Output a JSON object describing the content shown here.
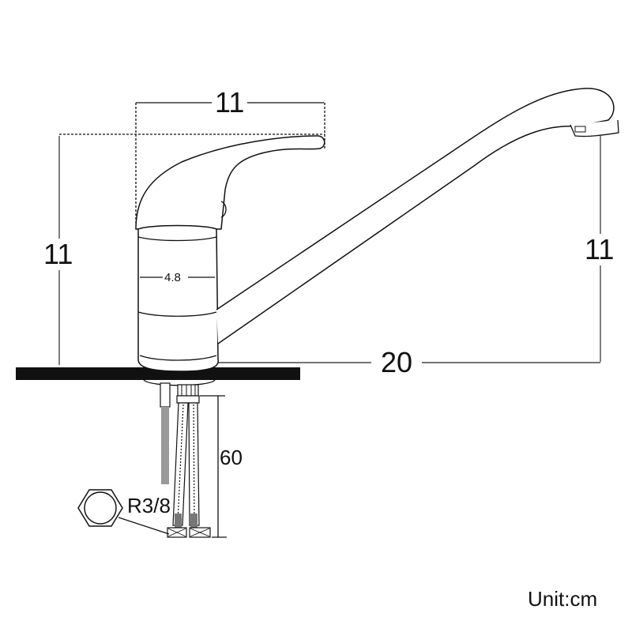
{
  "diagram": {
    "subject": "Single-lever kitchen faucet dimension drawing",
    "colors": {
      "line": "#111111",
      "countertop": "#111111",
      "background": "#ffffff",
      "hose_fill": "#888888"
    }
  },
  "dimensions": {
    "handle_width": {
      "value": "11"
    },
    "body_height_left": {
      "value": "11"
    },
    "spout_height_right": {
      "value": "11"
    },
    "body_diameter": {
      "value": "4.8"
    },
    "spout_reach": {
      "value": "20"
    },
    "hose_length": {
      "value": "60"
    }
  },
  "fitting": {
    "thread_label": "R3/8"
  },
  "unit_label": "Unit:cm"
}
